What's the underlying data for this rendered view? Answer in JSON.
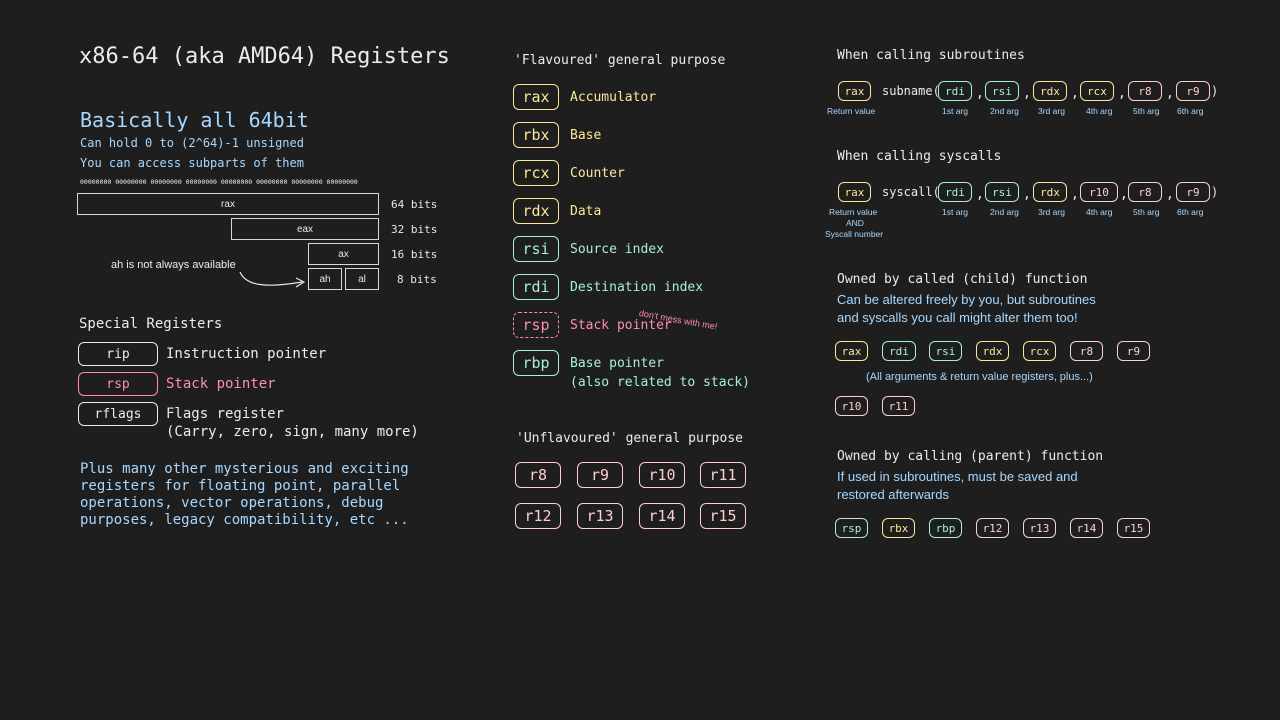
{
  "title": "x86-64 (aka AMD64) Registers",
  "basics": {
    "heading": "Basically all 64bit",
    "line1": "Can hold 0 to (2^64)-1 unsigned",
    "line2": "You can access subparts of them",
    "bits_ruler": "00000000 00000000 00000000 00000000 00000000 00000000 00000000 00000000",
    "rows": [
      {
        "name": "rax",
        "bits": "64 bits"
      },
      {
        "name": "eax",
        "bits": "32 bits"
      },
      {
        "name": "ax",
        "bits": "16 bits"
      },
      {
        "name_hi": "ah",
        "name_lo": "al",
        "bits": "8 bits"
      }
    ],
    "ah_note": "ah is not always available"
  },
  "special": {
    "heading": "Special Registers",
    "items": [
      {
        "reg": "rip",
        "desc": "Instruction pointer"
      },
      {
        "reg": "rsp",
        "desc": "Stack pointer"
      },
      {
        "reg": "rflags",
        "desc": "Flags register",
        "desc2": "(Carry, zero, sign, many more)"
      }
    ],
    "more": [
      "Plus many other mysterious and exciting",
      "registers for floating point, parallel",
      "operations, vector operations, debug",
      "purposes, legacy compatibility, etc ..."
    ]
  },
  "flavoured": {
    "heading": "'Flavoured' general purpose",
    "items": [
      {
        "reg": "rax",
        "desc": "Accumulator"
      },
      {
        "reg": "rbx",
        "desc": "Base"
      },
      {
        "reg": "rcx",
        "desc": "Counter"
      },
      {
        "reg": "rdx",
        "desc": "Data"
      },
      {
        "reg": "rsi",
        "desc": "Source index"
      },
      {
        "reg": "rdi",
        "desc": "Destination index"
      },
      {
        "reg": "rsp",
        "desc": "Stack pointer"
      },
      {
        "reg": "rbp",
        "desc": "Base pointer",
        "desc2": "(also related to stack)"
      }
    ],
    "rsp_note": "don't mess with me!"
  },
  "unflavoured": {
    "heading": "'Unflavoured' general purpose",
    "regs": [
      "r8",
      "r9",
      "r10",
      "r11",
      "r12",
      "r13",
      "r14",
      "r15"
    ]
  },
  "subroutines": {
    "heading": "When calling subroutines",
    "ret_reg": "rax",
    "fn": "subname(",
    "close": ")",
    "args": [
      "rdi",
      "rsi",
      "rdx",
      "rcx",
      "r8",
      "r9"
    ],
    "ret_label": "Return value",
    "arg_labels": [
      "1st arg",
      "2nd arg",
      "3rd arg",
      "4th arg",
      "5th arg",
      "6th arg"
    ]
  },
  "syscalls": {
    "heading": "When calling syscalls",
    "ret_reg": "rax",
    "fn": "syscall(",
    "close": ")",
    "args": [
      "rdi",
      "rsi",
      "rdx",
      "r10",
      "r8",
      "r9"
    ],
    "ret_label_1": "Return value",
    "ret_label_2": "AND",
    "ret_label_3": "Syscall number",
    "arg_labels": [
      "1st arg",
      "2nd arg",
      "3rd arg",
      "4th arg",
      "5th arg",
      "6th arg"
    ]
  },
  "child": {
    "heading": "Owned by called (child) function",
    "line1": "Can be altered freely by you, but subroutines",
    "line2": "and syscalls you call might alter them too!",
    "regs": [
      "rax",
      "rdi",
      "rsi",
      "rdx",
      "rcx",
      "r8",
      "r9"
    ],
    "note": "(All arguments & return value registers, plus...)",
    "extra": [
      "r10",
      "r11"
    ]
  },
  "parent": {
    "heading": "Owned by calling (parent) function",
    "line1": "If used in subroutines, must be saved and",
    "line2": "restored afterwards",
    "regs": [
      "rsp",
      "rbx",
      "rbp",
      "r12",
      "r13",
      "r14",
      "r15"
    ]
  },
  "colors": {
    "background": "#1e1e1e",
    "yellow": "#ffe699",
    "green": "#a8f0d8",
    "pink": "#ff8fa8",
    "peach": "#ffcfcf",
    "blue": "#a8d8ff"
  }
}
